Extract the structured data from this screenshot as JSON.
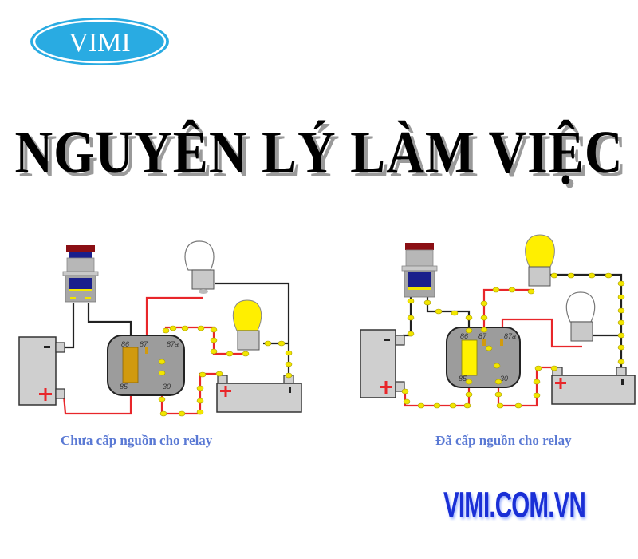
{
  "logo": {
    "text": "VIMI",
    "color": "#29abe2"
  },
  "title": "NGUYÊN LÝ LÀM VIỆC",
  "diagrams": [
    {
      "id": "left",
      "caption": "Chưa cấp nguồn cho relay",
      "state": "relay-unpowered",
      "relay_pins": [
        "86",
        "87",
        "87a",
        "85",
        "30"
      ],
      "lit_bulb": "bottom-right",
      "unlit_bulb": "top"
    },
    {
      "id": "right",
      "caption": "Đã cấp nguồn cho relay",
      "state": "relay-powered",
      "relay_pins": [
        "86",
        "87",
        "87a",
        "85",
        "30"
      ],
      "lit_bulb": "top",
      "unlit_bulb": "bottom-right"
    }
  ],
  "battery": {
    "plus": "+",
    "minus": "−"
  },
  "website": "VIMI.COM.VN",
  "colors": {
    "caption": "#5a79d4",
    "website": "#1a2fd6",
    "wire_red": "#e8262a",
    "wire_black": "#222222",
    "current_dot": "#f2e600",
    "bulb_lit": "#ffef00",
    "relay_body": "#9c9c9c",
    "coil_off": "#d19a0f",
    "coil_on": "#fff200"
  }
}
